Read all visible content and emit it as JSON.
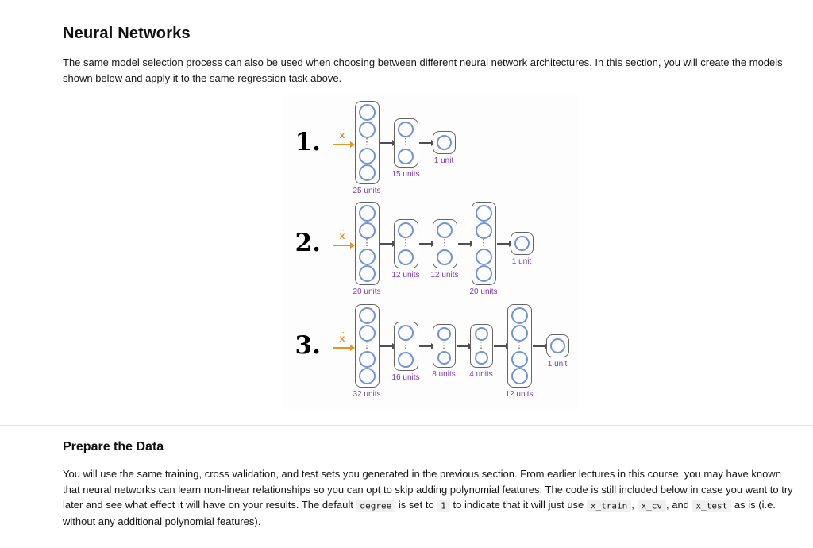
{
  "sections": {
    "neural_networks": {
      "title": "Neural Networks",
      "paragraph": "The same model selection process can also be used when choosing between different neural network architectures. In this section, you will create the models shown below and apply it to the same regression task above."
    },
    "prepare_data": {
      "title": "Prepare the Data",
      "parts": [
        {
          "type": "text",
          "text": "You will use the same training, cross validation, and test sets you generated in the previous section. From earlier lectures in this course, you may have known that neural networks can learn non-linear relationships so you can opt to skip adding polynomial features. The code is still included below in case you want to try later and see what effect it will have on your results. The default "
        },
        {
          "type": "code",
          "text": "degree"
        },
        {
          "type": "text",
          "text": " is set to "
        },
        {
          "type": "code",
          "text": "1"
        },
        {
          "type": "text",
          "text": " to indicate that it will just use "
        },
        {
          "type": "code",
          "text": "x_train"
        },
        {
          "type": "text",
          "text": ", "
        },
        {
          "type": "code",
          "text": "x_cv"
        },
        {
          "type": "text",
          "text": ", and "
        },
        {
          "type": "code",
          "text": "x_test"
        },
        {
          "type": "text",
          "text": " as is (i.e. without any additional polynomial features)."
        }
      ]
    }
  },
  "figure": {
    "dots_glyph": "⋮",
    "input_hat_glyph": "→",
    "input_label": "x",
    "colors": {
      "circle_stroke": "#7094d8",
      "box_border": "#646464",
      "arrow": "#4f4f4f",
      "input_orange": "#e8922a",
      "unit_label_purple": "#7d3caf"
    },
    "networks": [
      {
        "number": "1.",
        "layers": [
          {
            "label": "25 units",
            "size": "tall"
          },
          {
            "label": "15 units",
            "size": "medium"
          },
          {
            "label": "1 unit",
            "size": "output"
          }
        ]
      },
      {
        "number": "2.",
        "layers": [
          {
            "label": "20 units",
            "size": "tall"
          },
          {
            "label": "12 units",
            "size": "medium"
          },
          {
            "label": "12 units",
            "size": "medium"
          },
          {
            "label": "20 units",
            "size": "tall"
          },
          {
            "label": "1 unit",
            "size": "output"
          }
        ]
      },
      {
        "number": "3.",
        "layers": [
          {
            "label": "32 units",
            "size": "tall"
          },
          {
            "label": "16 units",
            "size": "medium"
          },
          {
            "label": "8 units",
            "size": "short"
          },
          {
            "label": "4 units",
            "size": "short"
          },
          {
            "label": "12 units",
            "size": "tall"
          },
          {
            "label": "1 unit",
            "size": "output"
          }
        ]
      }
    ]
  }
}
